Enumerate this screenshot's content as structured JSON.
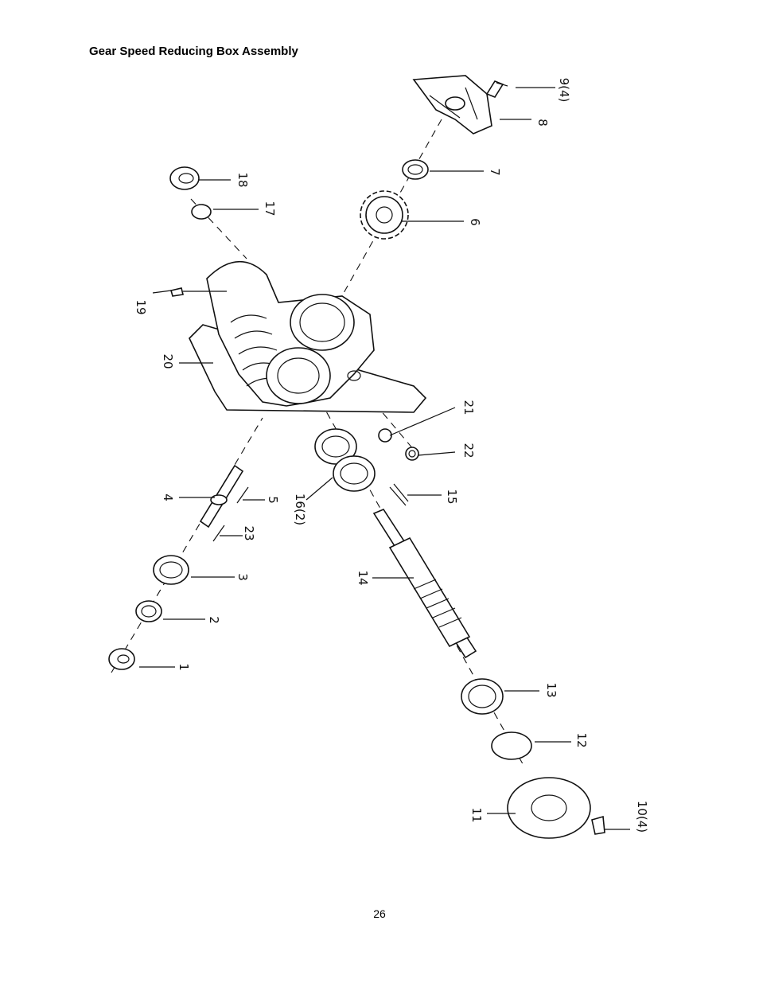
{
  "document": {
    "heading": "Gear Speed Reducing Box Assembly",
    "page_number": "26"
  },
  "diagram": {
    "callouts": {
      "c1": "1",
      "c2": "2",
      "c3": "3",
      "c4": "4",
      "c5": "5",
      "c6": "6",
      "c7": "7",
      "c8": "8",
      "c9": "9(4)",
      "c10": "10(4)",
      "c11": "11",
      "c12": "12",
      "c13": "13",
      "c14": "14",
      "c15": "15",
      "c16": "16(2)",
      "c17": "17",
      "c18": "18",
      "c19": "19",
      "c20": "20",
      "c21": "21",
      "c22": "22",
      "c23": "23"
    }
  }
}
